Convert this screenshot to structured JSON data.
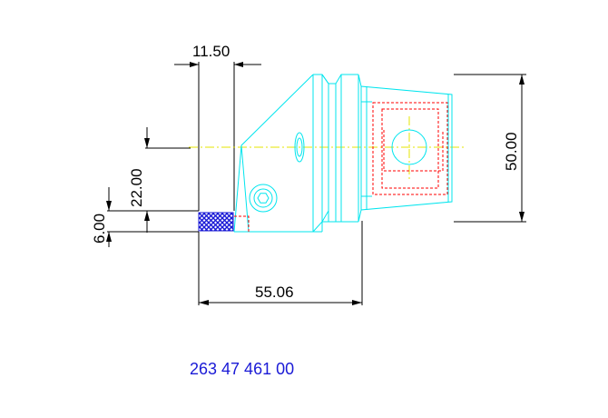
{
  "dimensions": {
    "d_11_50": "11.50",
    "d_22_00": "22.00",
    "d_6_00": "6.00",
    "d_55_06": "55.06",
    "d_50_00": "50.00"
  },
  "part_number": "263 47 461 00",
  "colors": {
    "outline": "#00e5ee",
    "hidden": "#ff0000",
    "centerline": "#e6e600",
    "dimension": "#000000",
    "insert": "#1a1ad6",
    "part_number": "#1a1ad6"
  }
}
